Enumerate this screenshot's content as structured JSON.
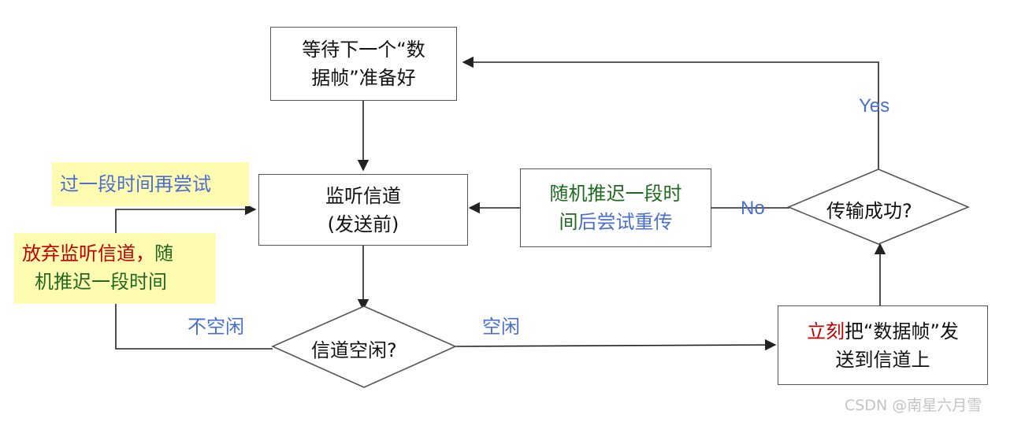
{
  "nodes": {
    "wait_frame": {
      "line1": "等待下一个“数",
      "line2": "据帧”准备好"
    },
    "listen": {
      "line1": "监听信道",
      "line2": "(发送前)"
    },
    "idle_check": {
      "label": "信道空闲?"
    },
    "send_now": {
      "part_red": "立刻",
      "part_rest": "把“数据帧”发",
      "line2": "送到信道上"
    },
    "success_check": {
      "label": "传输成功?"
    },
    "random_backoff": {
      "line1": "随机推迟一段时",
      "line2_a": "间",
      "line2_b": "后尝试重传"
    },
    "give_up": {
      "line1_red": "放弃监听信道，",
      "line1_green": "随",
      "line2": "机推迟一段时间"
    },
    "retry_later": {
      "label": "过一段时间再尝试"
    }
  },
  "edge_labels": {
    "yes": "Yes",
    "no": "No",
    "not_idle": "不空闲",
    "idle": "空闲"
  },
  "watermark": "CSDN @南星六月雪",
  "colors": {
    "blue_text": "#4a6fd0",
    "red_text": "#c00000",
    "green_text": "#1f6a1f",
    "yellow_note": "#fffbb0",
    "line": "#222222"
  }
}
